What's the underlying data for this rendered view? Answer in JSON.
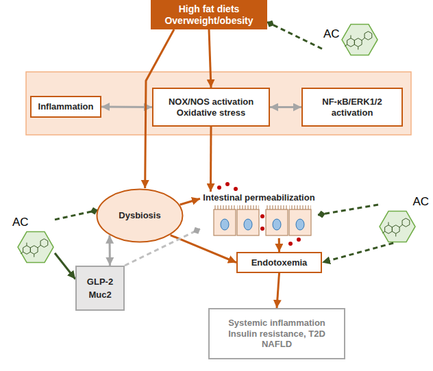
{
  "diagram": {
    "nodes": [
      {
        "text": [
          "High fat diets Overweight/obesity"
        ]
      },
      {
        "text": [
          "AC"
        ]
      },
      {
        "text": [
          "Inflammation"
        ]
      },
      {
        "text": [
          "NOX/NOS activation Oxidative stress"
        ]
      },
      {
        "text": [
          "NF-κB/ERK1/2 activation"
        ]
      },
      {
        "text": [
          "Dysbiosis"
        ]
      },
      {
        "text": [
          "Intestinal permeabilization"
        ]
      },
      {
        "text": [
          "AC"
        ]
      },
      {
        "text": [
          "GLP-2 Muc2"
        ]
      },
      {
        "text": [
          "Endotoxemia"
        ]
      },
      {
        "text": [
          "AC"
        ]
      },
      {
        "text": [
          "Systemic inflammation Insulin resistance, T2D NAFLD"
        ]
      }
    ],
    "edges": [
      {
        "from": 0,
        "to": 3,
        "arrow": "to"
      },
      {
        "from": 1,
        "to": 0,
        "arrow": "to"
      },
      {
        "from": 2,
        "to": 3,
        "arrow": "both"
      },
      {
        "from": 3,
        "to": 4,
        "arrow": "both"
      },
      {
        "from": 0,
        "to": 5,
        "arrow": "to"
      },
      {
        "from": 3,
        "to": 6,
        "arrow": "to"
      },
      {
        "from": 5,
        "to": 6,
        "arrow": "to"
      },
      {
        "from": 5,
        "to": 8,
        "arrow": "both"
      },
      {
        "from": 5,
        "to": 9,
        "arrow": "to"
      },
      {
        "from": 8,
        "to": 6,
        "arrow": "to"
      },
      {
        "from": 7,
        "to": 5,
        "arrow": "to"
      },
      {
        "from": 7,
        "to": 8,
        "arrow": "to"
      },
      {
        "from": 10,
        "to": 6,
        "arrow": "to"
      },
      {
        "from": 10,
        "to": 9,
        "arrow": "to"
      },
      {
        "from": 6,
        "to": 9,
        "arrow": "to"
      },
      {
        "from": 9,
        "to": 11,
        "arrow": "to"
      }
    ]
  }
}
